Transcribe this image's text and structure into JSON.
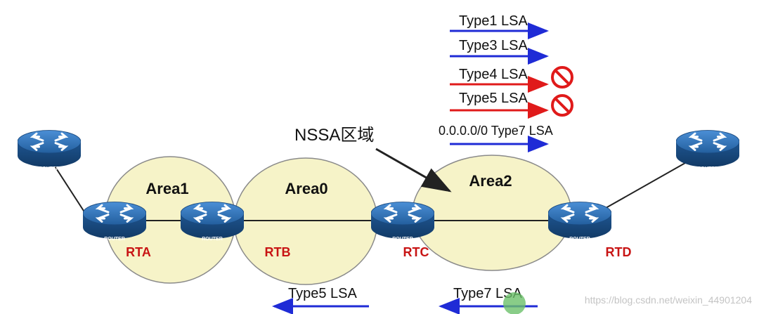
{
  "diagram": {
    "areas": [
      {
        "id": "area1",
        "label": "Area1"
      },
      {
        "id": "area0",
        "label": "Area0"
      },
      {
        "id": "area2",
        "label": "Area2"
      }
    ],
    "routers": [
      {
        "id": "r-tl",
        "icon_text": "ROUTER",
        "label": ""
      },
      {
        "id": "rta",
        "icon_text": "ROUTER",
        "label": "RTA"
      },
      {
        "id": "rtb",
        "icon_text": "ROUTER",
        "label": "RTB"
      },
      {
        "id": "rtc",
        "icon_text": "ROUTER",
        "label": "RTC"
      },
      {
        "id": "rtd",
        "icon_text": "ROUTER",
        "label": "RTD"
      },
      {
        "id": "r-tr",
        "icon_text": "ROUTER",
        "label": ""
      }
    ],
    "nssa_callout": "NSSA区域",
    "lsa_legend": [
      {
        "text": "Type1 LSA",
        "color": "#1f2bd6",
        "blocked": false
      },
      {
        "text": "Type3 LSA",
        "color": "#1f2bd6",
        "blocked": false
      },
      {
        "text": "Type4 LSA",
        "color": "#e01a1a",
        "blocked": true
      },
      {
        "text": "Type5 LSA",
        "color": "#e01a1a",
        "blocked": true
      },
      {
        "text": "0.0.0.0/0 Type7 LSA",
        "color": "#1f2bd6",
        "blocked": false
      }
    ],
    "bottom_flows": [
      {
        "text": "Type5 LSA",
        "color": "#1f2bd6",
        "direction": "left"
      },
      {
        "text": "Type7 LSA",
        "color": "#1f2bd6",
        "direction": "left"
      }
    ],
    "watermark": "https://blog.csdn.net/weixin_44901204"
  },
  "colors": {
    "area_fill": "#f6f3c8",
    "area_stroke": "#8a8a8a",
    "router_label": "#c81414",
    "router_top": "#2d6fb5",
    "router_side": "#1b4f8a"
  }
}
